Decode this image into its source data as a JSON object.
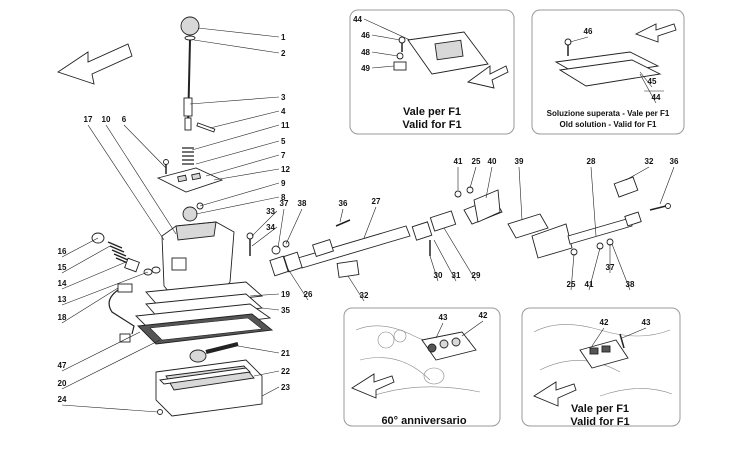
{
  "diagram": {
    "main_callouts": [
      "1",
      "2",
      "3",
      "4",
      "11",
      "5",
      "7",
      "12",
      "9",
      "8",
      "33",
      "34",
      "17",
      "10",
      "6",
      "16",
      "15",
      "14",
      "13",
      "18",
      "37",
      "38",
      "36",
      "27",
      "19",
      "26",
      "35",
      "47",
      "20",
      "24",
      "21",
      "22",
      "23",
      "32",
      "30",
      "31",
      "29",
      "40",
      "41",
      "25",
      "39",
      "28",
      "32",
      "36",
      "25",
      "41",
      "37",
      "38"
    ],
    "insets": [
      {
        "callouts": [
          "44",
          "46",
          "48",
          "49"
        ],
        "caption_line1": "Vale per F1",
        "caption_line2": "Valid for F1"
      },
      {
        "callouts": [
          "46",
          "45",
          "44"
        ],
        "caption_line1": "Soluzione superata - Vale per F1",
        "caption_line2": "Old solution - Valid for F1"
      },
      {
        "callouts": [
          "43",
          "42"
        ],
        "caption_line1": "60° anniversario"
      },
      {
        "callouts": [
          "42",
          "43"
        ],
        "caption_line1": "Vale per F1",
        "caption_line2": "Valid for F1"
      }
    ]
  }
}
